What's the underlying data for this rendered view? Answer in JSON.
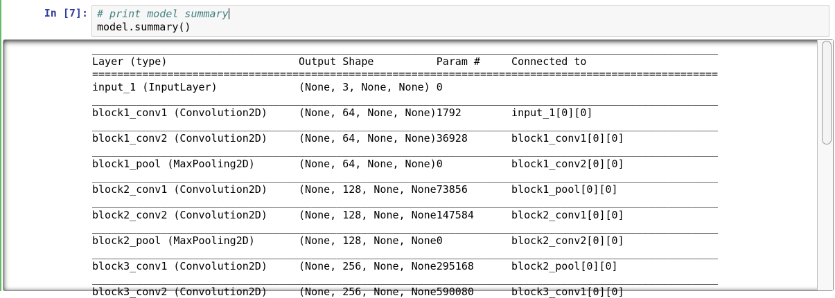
{
  "cell": {
    "prompt": "In [7]:",
    "code_lines": [
      {
        "text": "# print model summary",
        "token": "comment"
      },
      {
        "text": "model.summary()",
        "token": "code"
      }
    ]
  },
  "output_table": {
    "columns": [
      "Layer (type)",
      "Output Shape",
      "Param #",
      "Connected to"
    ],
    "column_positions": [
      33,
      55,
      67,
      100
    ],
    "line_length": 100,
    "rows": [
      {
        "layer": "input_1 (InputLayer)",
        "output_shape": "(None, 3, None, None)",
        "param": "0",
        "connected_to": ""
      },
      {
        "layer": "block1_conv1 (Convolution2D)",
        "output_shape": "(None, 64, None, None)",
        "param": "1792",
        "connected_to": "input_1[0][0]"
      },
      {
        "layer": "block1_conv2 (Convolution2D)",
        "output_shape": "(None, 64, None, None)",
        "param": "36928",
        "connected_to": "block1_conv1[0][0]"
      },
      {
        "layer": "block1_pool (MaxPooling2D)",
        "output_shape": "(None, 64, None, None)",
        "param": "0",
        "connected_to": "block1_conv2[0][0]"
      },
      {
        "layer": "block2_conv1 (Convolution2D)",
        "output_shape": "(None, 128, None, None)",
        "param": "73856",
        "connected_to": "block1_pool[0][0]"
      },
      {
        "layer": "block2_conv2 (Convolution2D)",
        "output_shape": "(None, 128, None, None)",
        "param": "147584",
        "connected_to": "block2_conv1[0][0]"
      },
      {
        "layer": "block2_pool (MaxPooling2D)",
        "output_shape": "(None, 128, None, None)",
        "param": "0",
        "connected_to": "block2_conv2[0][0]"
      },
      {
        "layer": "block3_conv1 (Convolution2D)",
        "output_shape": "(None, 256, None, None)",
        "param": "295168",
        "connected_to": "block2_pool[0][0]"
      },
      {
        "layer": "block3_conv2 (Convolution2D)",
        "output_shape": "(None, 256, None, None)",
        "param": "590080",
        "connected_to": "block3_conv1[0][0]"
      }
    ]
  },
  "colors": {
    "selected_cell_border": "#66bb6a",
    "prompt_text": "#303f9f",
    "comment_token": "#408080",
    "editor_background": "#f7f7f7",
    "output_border": "#8c8c8c"
  }
}
